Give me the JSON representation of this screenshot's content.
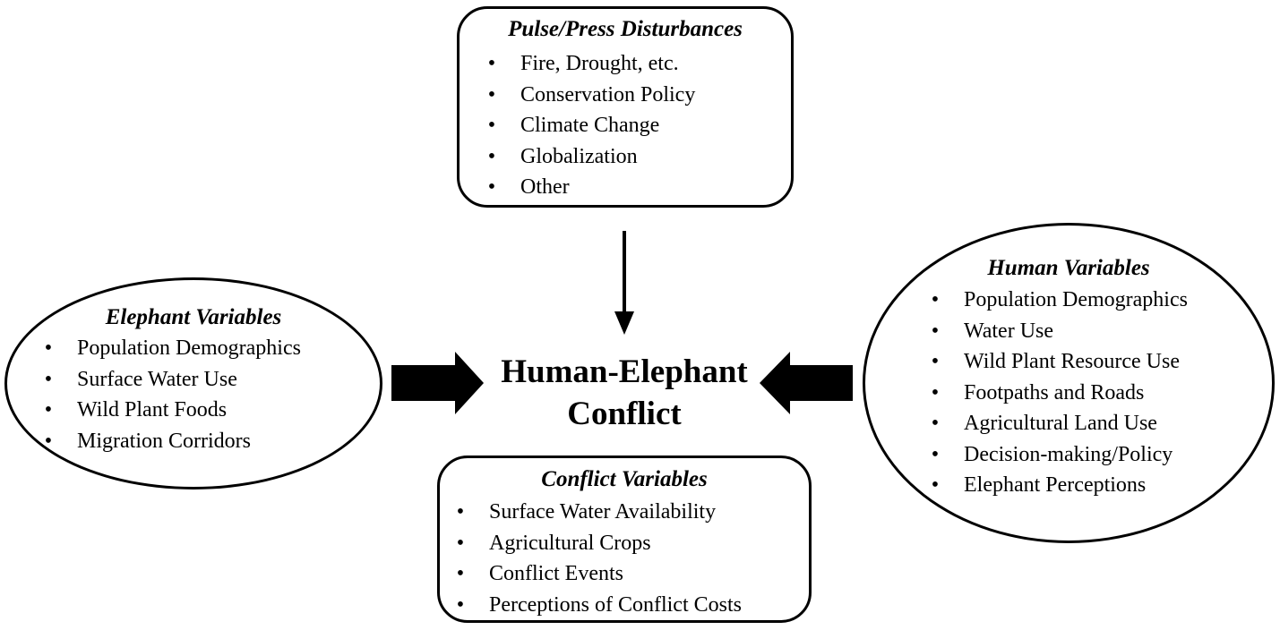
{
  "center": {
    "line1": "Human-Elephant",
    "line2": "Conflict"
  },
  "disturbances": {
    "title": "Pulse/Press Disturbances",
    "items": [
      "Fire, Drought, etc.",
      "Conservation Policy",
      "Climate Change",
      "Globalization",
      "Other"
    ]
  },
  "elephant": {
    "title": "Elephant Variables",
    "items": [
      "Population Demographics",
      "Surface Water Use",
      "Wild Plant Foods",
      "Migration Corridors"
    ]
  },
  "human": {
    "title": "Human Variables",
    "items": [
      "Population Demographics",
      "Water Use",
      "Wild Plant Resource Use",
      "Footpaths and Roads",
      "Agricultural Land Use",
      "Decision-making/Policy",
      "Elephant Perceptions"
    ]
  },
  "conflict": {
    "title": "Conflict Variables",
    "items": [
      "Surface Water Availability",
      "Agricultural Crops",
      "Conflict Events",
      "Perceptions of Conflict Costs"
    ]
  },
  "bullet": "•"
}
